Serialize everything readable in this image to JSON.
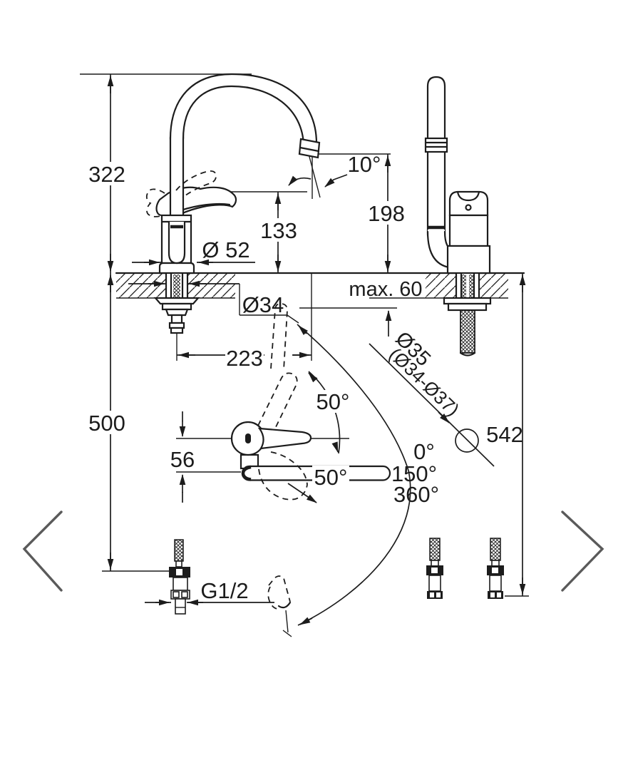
{
  "window": {
    "background": "#ffffff"
  },
  "drawing": {
    "subject": "kitchen-faucet-installation-dimension-diagram",
    "line_color": "#1c1c1c",
    "chevron_color": "#5a5a5a",
    "labels": {
      "front_total_height": "322",
      "spout_angle": "10°",
      "spout_outlet_height": "198",
      "body_height": "133",
      "base_diameter": "Ø 52",
      "max_deck_thickness": "max. 60",
      "hole_diameter": "Ø34",
      "spout_reach": "223",
      "clearance_below_left": "500",
      "hole_drill_diameter": "Ø35",
      "hole_drill_range": "(Ø34-Ø37)",
      "clearance_below_right": "542",
      "lever_angle_up": "50°",
      "lever_offset": "56",
      "lever_angle_down": "50°",
      "swivel_stop_1": "0°",
      "swivel_stop_2": "150°",
      "swivel_stop_3": "360°",
      "thread_size": "G1/2"
    }
  }
}
